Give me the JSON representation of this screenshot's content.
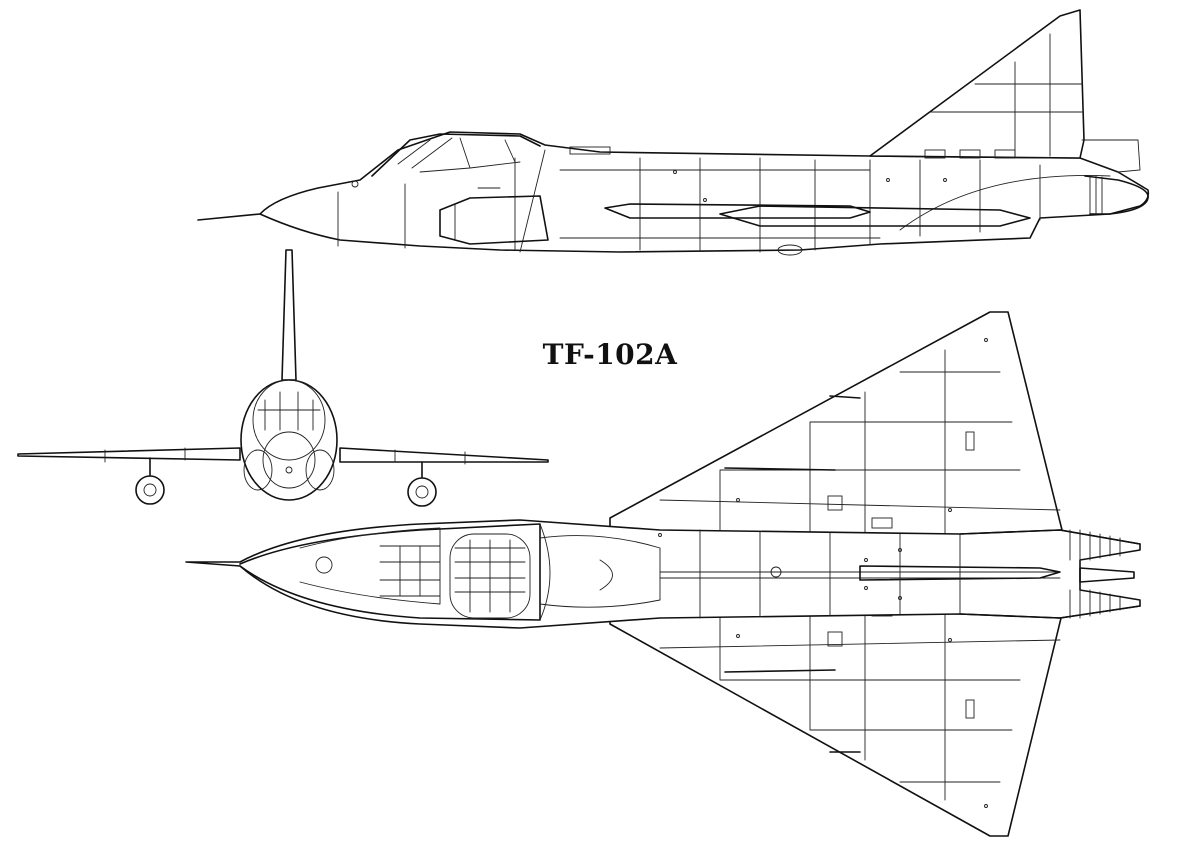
{
  "title": "TF-102A",
  "views": [
    "side-view",
    "front-view",
    "top-view"
  ],
  "colors": {
    "ink": "#111111",
    "background": "#ffffff"
  }
}
